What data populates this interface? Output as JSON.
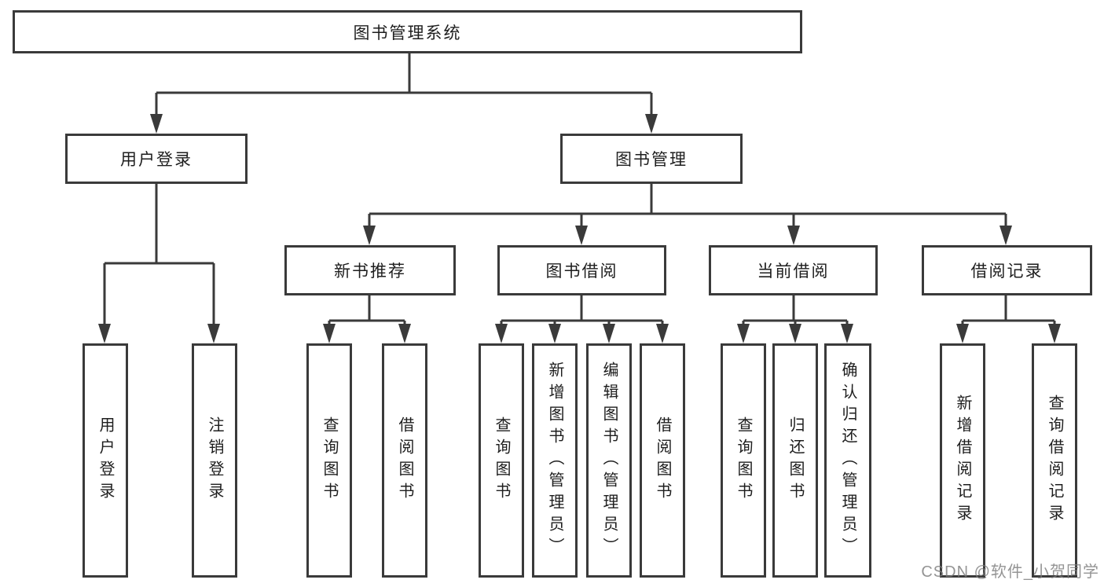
{
  "watermark": "CSDN @软件_小贺同学",
  "colors": {
    "line": "#3a3a3a",
    "box_border": "#3a3a3a",
    "box_background": "#ffffff",
    "text": "#1e1e1e",
    "watermark": "#7d7d7d"
  },
  "tree": {
    "root": {
      "label": "图书管理系统",
      "children": [
        {
          "label": "用户登录",
          "children": [
            {
              "label": "用户登录"
            },
            {
              "label": "注销登录"
            }
          ]
        },
        {
          "label": "图书管理",
          "children": [
            {
              "label": "新书推荐",
              "children": [
                {
                  "label": "查询图书"
                },
                {
                  "label": "借阅图书"
                }
              ]
            },
            {
              "label": "图书借阅",
              "children": [
                {
                  "label": "查询图书"
                },
                {
                  "label": "新增图书（管理员）"
                },
                {
                  "label": "编辑图书（管理员）"
                },
                {
                  "label": "借阅图书"
                }
              ]
            },
            {
              "label": "当前借阅",
              "children": [
                {
                  "label": "查询图书"
                },
                {
                  "label": "归还图书"
                },
                {
                  "label": "确认归还（管理员）"
                }
              ]
            },
            {
              "label": "借阅记录",
              "children": [
                {
                  "label": "新增借阅记录"
                },
                {
                  "label": "查询借阅记录"
                }
              ]
            }
          ]
        }
      ]
    }
  }
}
